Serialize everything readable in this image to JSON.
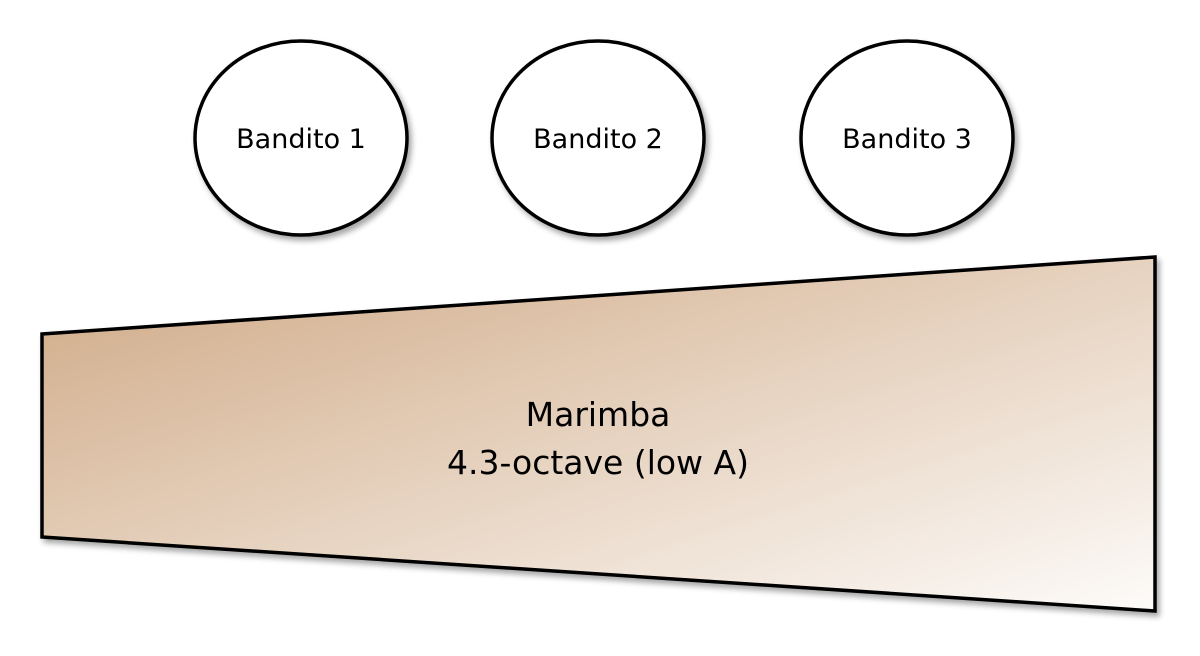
{
  "diagram": {
    "players": [
      {
        "label": "Bandito 1"
      },
      {
        "label": "Bandito 2"
      },
      {
        "label": "Bandito 3"
      }
    ],
    "instrument": {
      "name": "Marimba",
      "range": "4.3-octave (low A)",
      "gradient_from": "#cfa985",
      "gradient_to": "#fdfbf9"
    },
    "stroke_color": "#000000",
    "fill_color": "#ffffff"
  }
}
